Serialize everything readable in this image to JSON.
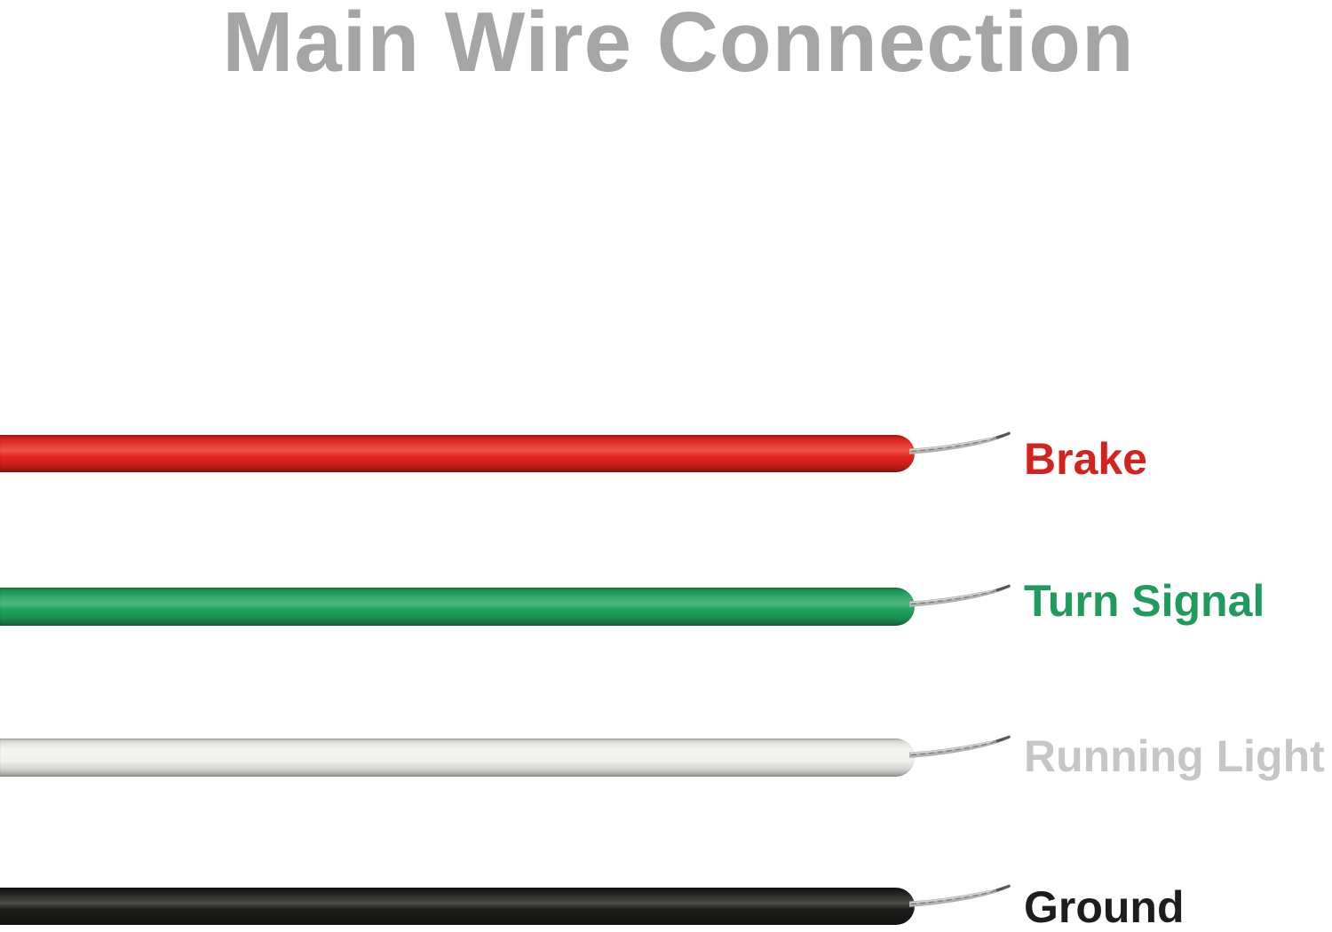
{
  "title": {
    "text": "Main Wire Connection",
    "color": "#a5a5a5"
  },
  "strand": {
    "color": "#b4b2af"
  },
  "wires": [
    {
      "name": "brake",
      "label": "Brake",
      "wire_color": "#e3221a",
      "label_color": "#d2231e"
    },
    {
      "name": "turn-signal",
      "label": "Turn Signal",
      "wire_color": "#1ea15a",
      "label_color": "#1f9b5b"
    },
    {
      "name": "running-light",
      "label": "Running Light",
      "wire_color": "#f2f1ee",
      "label_color": "#c6c6c6"
    },
    {
      "name": "ground",
      "label": "Ground",
      "wire_color": "#1b1a18",
      "label_color": "#1d1d1b"
    }
  ]
}
